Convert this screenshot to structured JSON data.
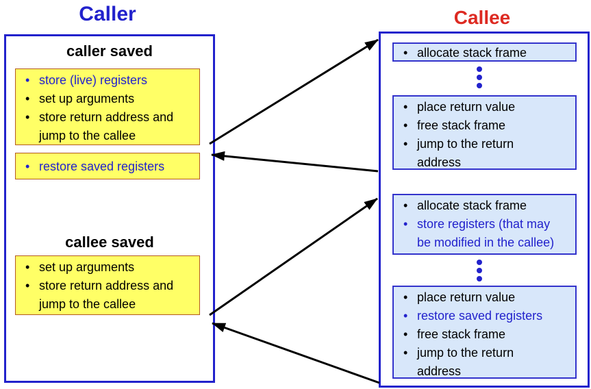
{
  "titles": {
    "caller": "Caller",
    "callee": "Callee"
  },
  "caller": {
    "heading_caller_saved": "caller saved",
    "heading_callee_saved": "callee saved",
    "caller_saved_actions": {
      "lines": [
        {
          "bullet": "•",
          "text": "store (live) registers",
          "color": "blue"
        },
        {
          "bullet": "•",
          "text": "set up arguments",
          "color": "black"
        },
        {
          "bullet": "•",
          "text": "store return address and",
          "color": "black"
        },
        {
          "bullet": "",
          "text": "jump to the callee",
          "color": "black"
        }
      ]
    },
    "caller_restore": {
      "lines": [
        {
          "bullet": "•",
          "text": "restore saved registers",
          "color": "blue"
        }
      ]
    },
    "callee_saved_actions": {
      "lines": [
        {
          "bullet": "•",
          "text": "set up arguments",
          "color": "black"
        },
        {
          "bullet": "•",
          "text": "store return address and",
          "color": "black"
        },
        {
          "bullet": "",
          "text": "jump to the callee",
          "color": "black"
        }
      ]
    }
  },
  "callee": {
    "block1": {
      "lines": [
        {
          "bullet": "•",
          "text": "allocate stack frame",
          "color": "black"
        }
      ]
    },
    "block2": {
      "lines": [
        {
          "bullet": "•",
          "text": "place return value",
          "color": "black"
        },
        {
          "bullet": "•",
          "text": "free stack frame",
          "color": "black"
        },
        {
          "bullet": "•",
          "text": "jump to the return",
          "color": "black"
        },
        {
          "bullet": "",
          "text": "address",
          "color": "black"
        }
      ]
    },
    "block3": {
      "lines": [
        {
          "bullet": "•",
          "text": "allocate stack frame",
          "color": "black"
        },
        {
          "bullet": "•",
          "text": "store registers (that may",
          "color": "blue"
        },
        {
          "bullet": "",
          "text": "be modified in the callee)",
          "color": "blue"
        }
      ]
    },
    "block4": {
      "lines": [
        {
          "bullet": "•",
          "text": "place return value",
          "color": "black"
        },
        {
          "bullet": "•",
          "text": "restore saved registers",
          "color": "blue"
        },
        {
          "bullet": "•",
          "text": "free stack frame",
          "color": "black"
        },
        {
          "bullet": "•",
          "text": "jump to the return",
          "color": "black"
        },
        {
          "bullet": "",
          "text": "address",
          "color": "black"
        }
      ]
    }
  },
  "arrows": [
    {
      "name": "caller-saved-call",
      "from": "caller caller-saved block",
      "to": "callee allocate-stack-frame block",
      "head": "right"
    },
    {
      "name": "caller-saved-return",
      "from": "callee return block (top)",
      "to": "caller restore-saved-registers block",
      "head": "left"
    },
    {
      "name": "callee-saved-call",
      "from": "caller callee-saved block",
      "to": "callee allocate/store-registers block",
      "head": "right"
    },
    {
      "name": "callee-saved-return",
      "from": "callee return block (bottom)",
      "to": "caller callee-saved block",
      "head": "left"
    }
  ],
  "colors": {
    "caller_title": "#2222cc",
    "callee_title": "#dd2a22",
    "outer_border": "#2222cc",
    "yellow_fill": "#ffff66",
    "yellow_border": "#b35a1f",
    "light_blue_fill": "#d8e7fa",
    "light_blue_border": "#3333cc",
    "blue_text": "#2222cc",
    "arrow": "#000000"
  }
}
